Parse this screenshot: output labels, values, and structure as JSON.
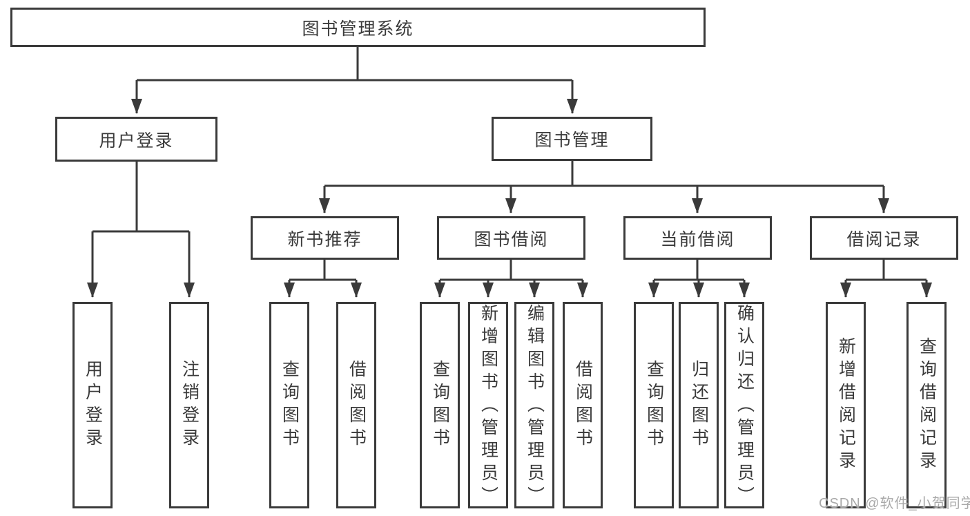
{
  "diagram": {
    "type": "tree",
    "root": {
      "label": "图书管理系统"
    },
    "branches": [
      {
        "label": "用户登录",
        "children": [
          "用户登录",
          "注销登录"
        ]
      },
      {
        "label": "图书管理",
        "sections": [
          {
            "label": "新书推荐",
            "children": [
              "查询图书",
              "借阅图书"
            ]
          },
          {
            "label": "图书借阅",
            "children": [
              "查询图书",
              "新增图书（管理员）",
              "编辑图书（管理员）",
              "借阅图书"
            ]
          },
          {
            "label": "当前借阅",
            "children": [
              "查询图书",
              "归还图书",
              "确认归还（管理员）"
            ]
          },
          {
            "label": "借阅记录",
            "children": [
              "新增借阅记录",
              "查询借阅记录"
            ]
          }
        ]
      }
    ],
    "watermark": "CSDN @软件_小贺同学"
  },
  "colors": {
    "line": "#3a3a3a",
    "text": "#3a3a3a",
    "background": "#ffffff",
    "watermark": "#a9a9a9"
  }
}
